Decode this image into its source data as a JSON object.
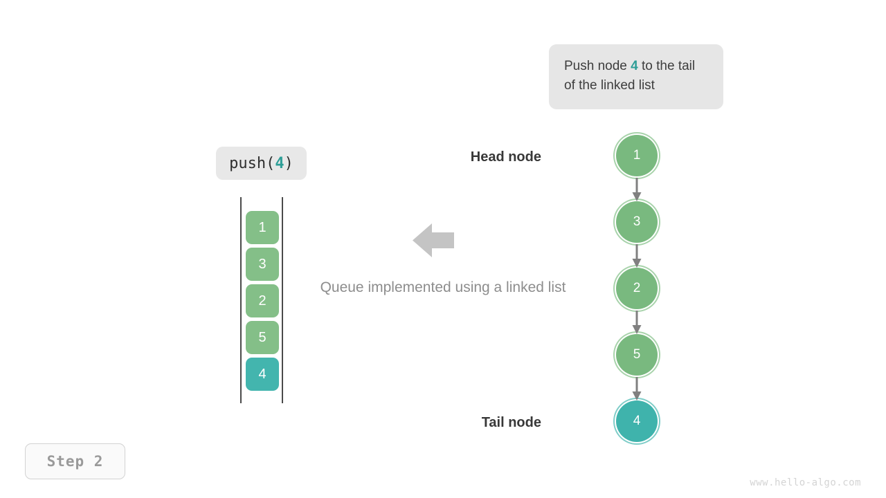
{
  "callout": {
    "text_before": "Push node ",
    "highlight": "4",
    "text_after": " to the tail of the linked list"
  },
  "operation_label": {
    "fn": "push(",
    "arg": "4",
    "close": ")"
  },
  "queue": {
    "title": "queue-column",
    "items": [
      {
        "value": "1",
        "color": "green"
      },
      {
        "value": "3",
        "color": "green"
      },
      {
        "value": "2",
        "color": "green"
      },
      {
        "value": "5",
        "color": "green"
      },
      {
        "value": "4",
        "color": "teal"
      }
    ]
  },
  "caption": "Queue implemented using a linked list",
  "linked_list": {
    "head_label": "Head node",
    "tail_label": "Tail node",
    "nodes": [
      {
        "value": "1",
        "color": "green"
      },
      {
        "value": "3",
        "color": "green"
      },
      {
        "value": "2",
        "color": "green"
      },
      {
        "value": "5",
        "color": "green"
      },
      {
        "value": "4",
        "color": "teal"
      }
    ]
  },
  "step_badge": "Step 2",
  "watermark": "www.hello-algo.com",
  "colors": {
    "green": "#84bf88",
    "green_node": "#79b97f",
    "green_ring": "#a8d3ab",
    "teal": "#43b5ae",
    "teal_node": "#3fb3ac",
    "teal_ring": "#7fcdc8",
    "accent_text": "#2e9e97",
    "callout_bg": "#e6e6e6",
    "arrow_gray": "#808080",
    "big_arrow_gray": "#c4c4c4",
    "caption_gray": "#8d8d8d",
    "label_dark": "#383838",
    "rail": "#4a4a4a",
    "watermark_gray": "#d4d4d4"
  }
}
